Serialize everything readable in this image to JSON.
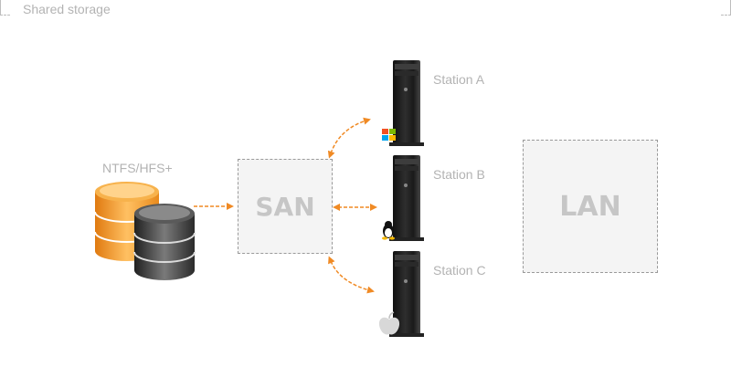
{
  "storage": {
    "title": "NTFS/HFS+",
    "caption": "Shared storage",
    "icon": "database-icon"
  },
  "san": {
    "label": "SAN"
  },
  "lan": {
    "label": "LAN"
  },
  "stations": [
    {
      "label": "Station A",
      "os_icon": "windows-logo-icon"
    },
    {
      "label": "Station B",
      "os_icon": "linux-tux-icon"
    },
    {
      "label": "Station C",
      "os_icon": "apple-logo-icon"
    }
  ],
  "colors": {
    "accent": "#f08a24",
    "db_orange": "#f0a030",
    "db_dark": "#3c3c3c",
    "box_border": "#9a9a9a",
    "label_gray": "#b3b3b3"
  }
}
